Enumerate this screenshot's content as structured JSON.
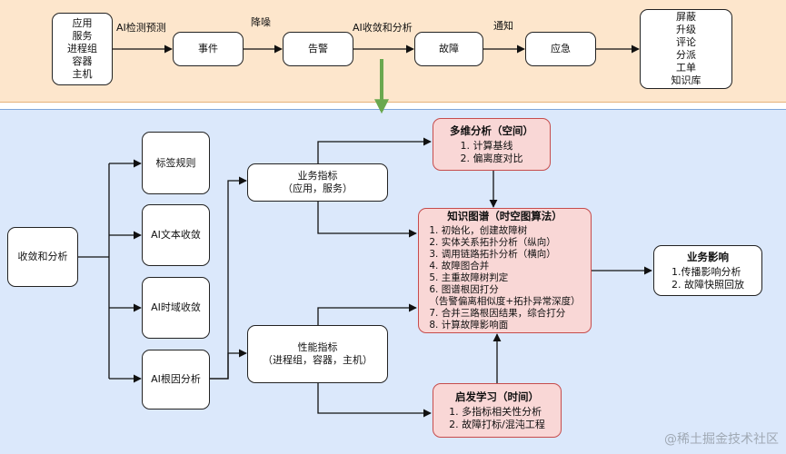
{
  "top": {
    "sources": [
      "应用",
      "服务",
      "进程组",
      "容器",
      "主机"
    ],
    "event": "事件",
    "alert": "告警",
    "fault": "故障",
    "emergency": "应急",
    "actions": [
      "屏蔽",
      "升级",
      "评论",
      "分派",
      "工单",
      "知识库"
    ],
    "edge_labels": {
      "ai_detect": "AI检测预测",
      "denoise": "降噪",
      "ai_converge": "AI收敛和分析",
      "notify": "通知"
    }
  },
  "bottom": {
    "converge": "收敛和分析",
    "rules": [
      "标签规则",
      "AI文本收敛",
      "AI时域收敛",
      "AI根因分析"
    ],
    "business_metric": [
      "业务指标",
      "（应用，服务）"
    ],
    "perf_metric": [
      "性能指标",
      "（进程组，容器，主机）"
    ],
    "multi_dim": {
      "title": "多维分析（空间）",
      "items": [
        "1. 计算基线",
        "2. 偏离度对比"
      ]
    },
    "knowledge_graph": {
      "title": "知识图谱（时空图算法）",
      "items": [
        "1. 初始化，创建故障树",
        "2. 实体关系拓扑分析（纵向）",
        "3. 调用链路拓扑分析（横向）",
        "4. 故障图合并",
        "5. 主重故障树判定",
        "6. 图谱根因打分",
        "（告警偏离相似度+拓扑异常深度）",
        "7. 合并三路根因结果，综合打分",
        "8. 计算故障影响面"
      ]
    },
    "heuristic": {
      "title": "启发学习（时间）",
      "items": [
        "1. 多指标相关性分析",
        "2. 故障打标/混沌工程"
      ]
    },
    "impact": {
      "title": "业务影响",
      "items": [
        "1.传播影响分析",
        "2. 故障快照回放"
      ]
    }
  },
  "watermark": "@稀土掘金技术社区"
}
